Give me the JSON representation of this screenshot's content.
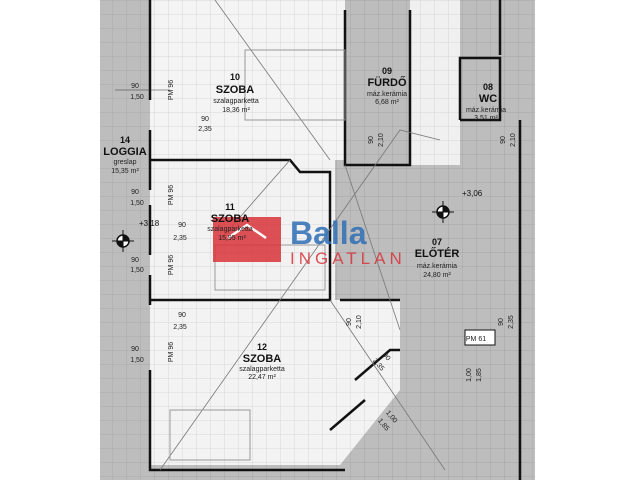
{
  "rooms": [
    {
      "number": "10",
      "name": "SZOBA",
      "material": "szalagparketta",
      "area": "18,36 m²"
    },
    {
      "number": "09",
      "name": "FÜRDŐ",
      "material": "máz.kerámia",
      "area": "6,68 m²"
    },
    {
      "number": "08",
      "name": "WC",
      "material": "máz.kerámia",
      "area": "3,51 m²"
    },
    {
      "number": "14",
      "name": "LOGGIA",
      "material": "greslap",
      "area": "15,35 m²"
    },
    {
      "number": "11",
      "name": "SZOBA",
      "material": "szalagparketta",
      "area": "15,95 m²"
    },
    {
      "number": "07",
      "name": "ELŐTÉR",
      "material": "máz.kerámia",
      "area": "24,80 m²"
    },
    {
      "number": "12",
      "name": "SZOBA",
      "material": "szalagparketta",
      "area": "22,47 m²"
    }
  ],
  "levels": [
    "+3,06",
    "+3,18"
  ],
  "dimensions": {
    "w90": "90",
    "h150": "1,50",
    "h235": "2,35",
    "h210": "2,10",
    "h100": "1,00",
    "h185": "1,85",
    "pm96": "PM 96",
    "pm61": "PM 61"
  },
  "logo": {
    "brand": "Balla",
    "sub": "INGATLAN",
    "blue": "#2f6fb5",
    "red": "#d9343a"
  }
}
